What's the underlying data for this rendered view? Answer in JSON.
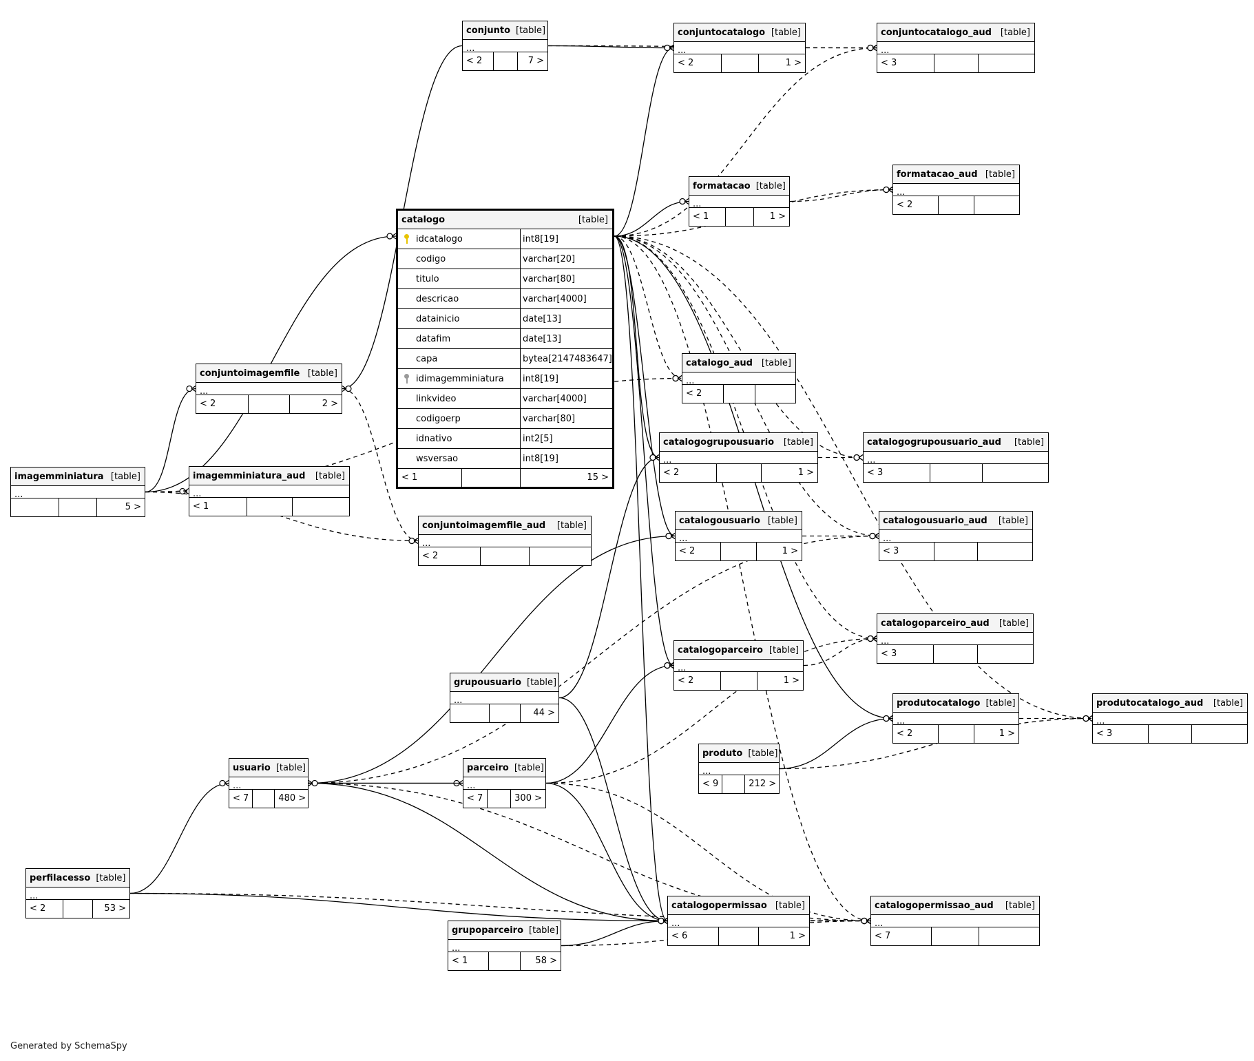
{
  "diagram": {
    "type_label": "[table]",
    "footer": "Generated by SchemaSpy",
    "focus_table": {
      "name": "catalogo",
      "columns": [
        {
          "name": "idcatalogo",
          "type": "int8[19]",
          "key": "primary"
        },
        {
          "name": "codigo",
          "type": "varchar[20]"
        },
        {
          "name": "titulo",
          "type": "varchar[80]"
        },
        {
          "name": "descricao",
          "type": "varchar[4000]"
        },
        {
          "name": "datainicio",
          "type": "date[13]"
        },
        {
          "name": "datafim",
          "type": "date[13]"
        },
        {
          "name": "capa",
          "type": "bytea[2147483647]"
        },
        {
          "name": "idimagemminiatura",
          "type": "int8[19]",
          "key": "foreign"
        },
        {
          "name": "linkvideo",
          "type": "varchar[4000]"
        },
        {
          "name": "codigoerp",
          "type": "varchar[80]"
        },
        {
          "name": "idnativo",
          "type": "int2[5]"
        },
        {
          "name": "wsversao",
          "type": "int8[19]"
        }
      ],
      "parents": "< 1",
      "children": "15 >"
    },
    "tables": {
      "conjunto": {
        "name": "conjunto",
        "dots": "...",
        "parents": "< 2",
        "children": "7 >"
      },
      "conjuntocatalogo": {
        "name": "conjuntocatalogo",
        "dots": "...",
        "parents": "< 2",
        "children": "1 >"
      },
      "conjuntocatalogo_aud": {
        "name": "conjuntocatalogo_aud",
        "dots": "...",
        "parents": "< 3",
        "children": ""
      },
      "formatacao": {
        "name": "formatacao",
        "dots": "...",
        "parents": "< 1",
        "children": "1 >"
      },
      "formatacao_aud": {
        "name": "formatacao_aud",
        "dots": "...",
        "parents": "< 2",
        "children": ""
      },
      "conjuntoimagemfile": {
        "name": "conjuntoimagemfile",
        "dots": "...",
        "parents": "< 2",
        "children": "2 >"
      },
      "imagemminiatura": {
        "name": "imagemminiatura",
        "dots": "...",
        "parents": "",
        "children": "5 >"
      },
      "imagemminiatura_aud": {
        "name": "imagemminiatura_aud",
        "dots": "...",
        "parents": "< 1",
        "children": ""
      },
      "conjuntoimagemfile_aud": {
        "name": "conjuntoimagemfile_aud",
        "dots": "...",
        "parents": "< 2",
        "children": ""
      },
      "catalogo_aud": {
        "name": "catalogo_aud",
        "dots": "...",
        "parents": "< 2",
        "children": ""
      },
      "catalogogrupousuario": {
        "name": "catalogogrupousuario",
        "dots": "...",
        "parents": "< 2",
        "children": "1 >"
      },
      "catalogogrupousuario_aud": {
        "name": "catalogogrupousuario_aud",
        "dots": "...",
        "parents": "< 3",
        "children": ""
      },
      "catalogousuario": {
        "name": "catalogousuario",
        "dots": "...",
        "parents": "< 2",
        "children": "1 >"
      },
      "catalogousuario_aud": {
        "name": "catalogousuario_aud",
        "dots": "...",
        "parents": "< 3",
        "children": ""
      },
      "catalogoparceiro_aud": {
        "name": "catalogoparceiro_aud",
        "dots": "...",
        "parents": "< 3",
        "children": ""
      },
      "catalogoparceiro": {
        "name": "catalogoparceiro",
        "dots": "...",
        "parents": "< 2",
        "children": "1 >"
      },
      "grupousuario": {
        "name": "grupousuario",
        "dots": "...",
        "parents": "",
        "children": "44 >"
      },
      "produtocatalogo": {
        "name": "produtocatalogo",
        "dots": "...",
        "parents": "< 2",
        "children": "1 >"
      },
      "produtocatalogo_aud": {
        "name": "produtocatalogo_aud",
        "dots": "...",
        "parents": "< 3",
        "children": ""
      },
      "produto": {
        "name": "produto",
        "dots": "...",
        "parents": "< 9",
        "children": "212 >"
      },
      "usuario": {
        "name": "usuario",
        "dots": "...",
        "parents": "< 7",
        "children": "480 >"
      },
      "parceiro": {
        "name": "parceiro",
        "dots": "...",
        "parents": "< 7",
        "children": "300 >"
      },
      "perfilacesso": {
        "name": "perfilacesso",
        "dots": "...",
        "parents": "< 2",
        "children": "53 >"
      },
      "catalogopermissao": {
        "name": "catalogopermissao",
        "dots": "...",
        "parents": "< 6",
        "children": "1 >"
      },
      "catalogopermissao_aud": {
        "name": "catalogopermissao_aud",
        "dots": "...",
        "parents": "< 7",
        "children": ""
      },
      "grupoparceiro": {
        "name": "grupoparceiro",
        "dots": "...",
        "parents": "< 1",
        "children": "58 >"
      }
    },
    "relationships": [
      {
        "from": "conjunto",
        "to": "conjuntoimagemfile",
        "implied": false
      },
      {
        "from": "conjunto",
        "to": "conjuntocatalogo",
        "implied": false
      },
      {
        "from": "conjunto",
        "to": "conjuntocatalogo_aud",
        "implied": true
      },
      {
        "from": "conjuntocatalogo",
        "to": "conjuntocatalogo_aud",
        "implied": true
      },
      {
        "from": "catalogo",
        "to": "conjuntocatalogo",
        "implied": false
      },
      {
        "from": "catalogo",
        "to": "conjuntocatalogo_aud",
        "implied": true
      },
      {
        "from": "catalogo",
        "to": "formatacao",
        "implied": false
      },
      {
        "from": "catalogo",
        "to": "formatacao_aud",
        "implied": true
      },
      {
        "from": "formatacao",
        "to": "formatacao_aud",
        "implied": true
      },
      {
        "from": "catalogo",
        "to": "produtocatalogo_aud",
        "implied": true
      },
      {
        "from": "catalogo",
        "to": "catalogo_aud",
        "implied": true
      },
      {
        "from": "catalogo",
        "to": "catalogogrupousuario",
        "implied": false
      },
      {
        "from": "catalogo",
        "to": "catalogogrupousuario_aud",
        "implied": true
      },
      {
        "from": "catalogo",
        "to": "catalogousuario",
        "implied": false
      },
      {
        "from": "catalogo",
        "to": "catalogousuario_aud",
        "implied": true
      },
      {
        "from": "catalogo",
        "to": "catalogoparceiro",
        "implied": false
      },
      {
        "from": "catalogo",
        "to": "catalogoparceiro_aud",
        "implied": true
      },
      {
        "from": "catalogo",
        "to": "produtocatalogo",
        "implied": false
      },
      {
        "from": "catalogo",
        "to": "catalogopermissao",
        "implied": false
      },
      {
        "from": "catalogo",
        "to": "catalogopermissao_aud",
        "implied": true
      },
      {
        "from": "imagemminiatura",
        "to": "conjuntoimagemfile",
        "implied": false
      },
      {
        "from": "imagemminiatura",
        "to": "catalogo",
        "implied": false
      },
      {
        "from": "imagemminiatura",
        "to": "imagemminiatura_aud",
        "implied": true
      },
      {
        "from": "imagemminiatura",
        "to": "conjuntoimagemfile_aud",
        "implied": true
      },
      {
        "from": "conjuntoimagemfile",
        "to": "conjuntoimagemfile_aud",
        "implied": true
      },
      {
        "from": "imagemminiatura",
        "to": "catalogo_aud",
        "implied": true
      },
      {
        "from": "catalogogrupousuario",
        "to": "catalogogrupousuario_aud",
        "implied": true
      },
      {
        "from": "catalogousuario",
        "to": "catalogousuario_aud",
        "implied": true
      },
      {
        "from": "catalogoparceiro",
        "to": "catalogoparceiro_aud",
        "implied": true
      },
      {
        "from": "grupousuario",
        "to": "catalogogrupousuario",
        "implied": false
      },
      {
        "from": "grupousuario",
        "to": "catalogopermissao",
        "implied": false
      },
      {
        "from": "usuario",
        "to": "catalogousuario",
        "implied": false
      },
      {
        "from": "usuario",
        "to": "catalogousuario_aud",
        "implied": true
      },
      {
        "from": "usuario",
        "to": "parceiro",
        "implied": false
      },
      {
        "from": "usuario",
        "to": "catalogopermissao",
        "implied": false
      },
      {
        "from": "usuario",
        "to": "catalogopermissao_aud",
        "implied": true
      },
      {
        "from": "parceiro",
        "to": "usuario",
        "implied": false
      },
      {
        "from": "parceiro",
        "to": "catalogoparceiro",
        "implied": false
      },
      {
        "from": "parceiro",
        "to": "catalogoparceiro_aud",
        "implied": true
      },
      {
        "from": "parceiro",
        "to": "catalogopermissao",
        "implied": false
      },
      {
        "from": "parceiro",
        "to": "catalogopermissao_aud",
        "implied": true
      },
      {
        "from": "produto",
        "to": "produtocatalogo",
        "implied": false
      },
      {
        "from": "produto",
        "to": "produtocatalogo_aud",
        "implied": true
      },
      {
        "from": "produtocatalogo",
        "to": "produtocatalogo_aud",
        "implied": true
      },
      {
        "from": "perfilacesso",
        "to": "usuario",
        "implied": false
      },
      {
        "from": "perfilacesso",
        "to": "catalogopermissao",
        "implied": false
      },
      {
        "from": "perfilacesso",
        "to": "catalogopermissao_aud",
        "implied": true
      },
      {
        "from": "grupoparceiro",
        "to": "catalogopermissao",
        "implied": false
      },
      {
        "from": "grupoparceiro",
        "to": "catalogopermissao_aud",
        "implied": true
      },
      {
        "from": "catalogopermissao",
        "to": "catalogopermissao_aud",
        "implied": true
      }
    ]
  }
}
